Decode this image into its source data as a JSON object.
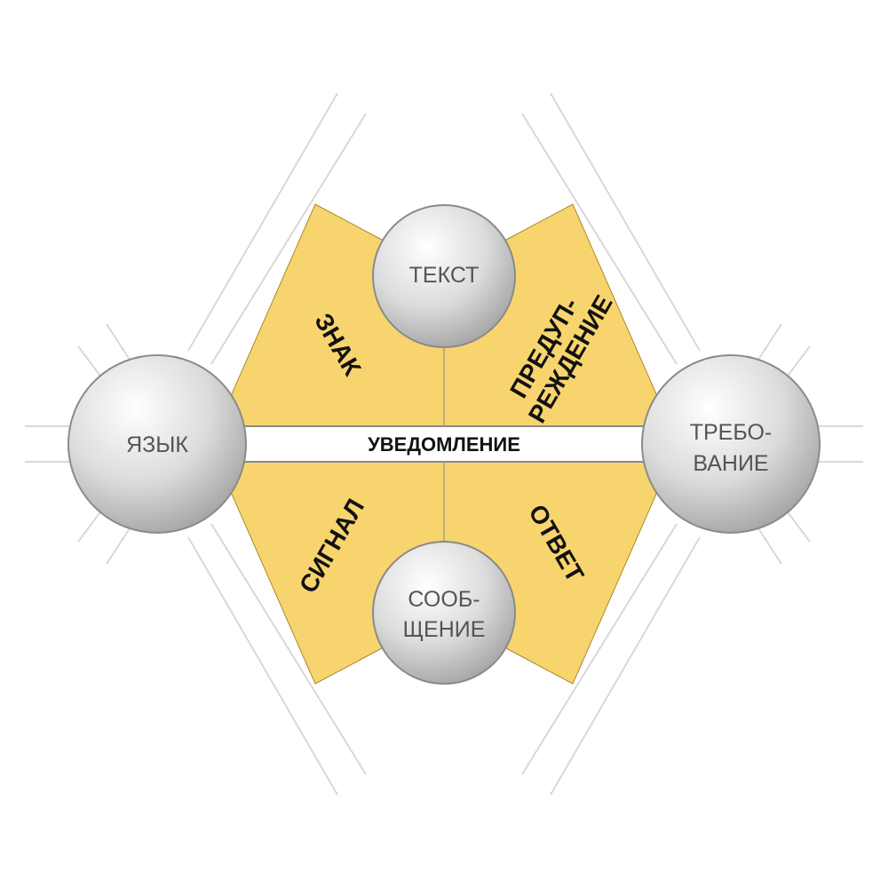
{
  "colors": {
    "sector_fill": "#f7d46e",
    "sector_stroke": "#a88a2c",
    "frame_line": "#d8d8d8",
    "band_fill": "#ffffff",
    "band_stroke": "#8a8a8a",
    "sphere_light": "#ffffff",
    "sphere_dark": "#a3a3a3"
  },
  "center_band": {
    "label": "УВЕДОМЛЕНИЕ"
  },
  "spheres": {
    "left": {
      "lines": [
        "ЯЗЫК"
      ]
    },
    "top": {
      "lines": [
        "ТЕКСТ"
      ]
    },
    "right": {
      "lines": [
        "ТРЕБО-",
        "ВАНИЕ"
      ]
    },
    "bottom": {
      "lines": [
        "СООБ-",
        "ЩЕНИЕ"
      ]
    }
  },
  "sectors": {
    "top_left": {
      "lines": [
        "ЗНАК"
      ]
    },
    "top_right": {
      "lines": [
        "ПРЕДУП-",
        "РЕЖДЕНИЕ"
      ]
    },
    "bottom_left": {
      "lines": [
        "СИГНАЛ"
      ]
    },
    "bottom_right": {
      "lines": [
        "ОТВЕТ"
      ]
    }
  }
}
